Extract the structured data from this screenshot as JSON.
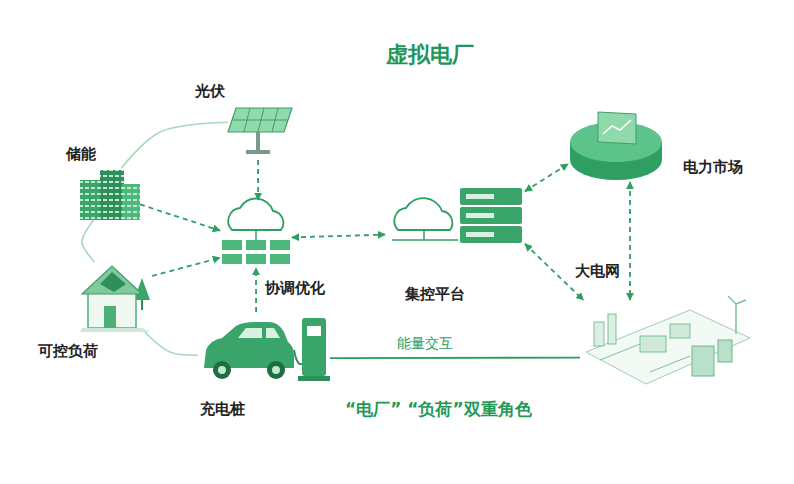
{
  "diagram": {
    "title": "虚拟电厂",
    "nodes": [
      {
        "text": [
          "光伏"
        ]
      },
      {
        "text": [
          "储能"
        ]
      },
      {
        "text": [
          "可控负荷"
        ]
      },
      {
        "text": [
          "充电桩"
        ]
      },
      {
        "text": [
          "协调优化"
        ]
      },
      {
        "text": [
          "集控平台"
        ]
      },
      {
        "text": [
          "电力市场"
        ]
      },
      {
        "text": [
          "大电网"
        ]
      }
    ],
    "edges": [
      {
        "from": 0,
        "to": 4,
        "arrow": "to"
      },
      {
        "from": 1,
        "to": 4,
        "arrow": "to"
      },
      {
        "from": 2,
        "to": 4,
        "arrow": "to"
      },
      {
        "from": 3,
        "to": 4,
        "arrow": "to"
      },
      {
        "from": 4,
        "to": 5,
        "arrow": "both"
      },
      {
        "from": 5,
        "to": 6,
        "arrow": "both"
      },
      {
        "from": 5,
        "to": 7,
        "arrow": "both"
      },
      {
        "from": 6,
        "to": 7,
        "arrow": "both"
      },
      {
        "from": 3,
        "to": 7,
        "arrow": "none",
        "label": "能量交互"
      },
      {
        "from": 1,
        "to": 0,
        "arrow": "none"
      },
      {
        "from": 1,
        "to": 2,
        "arrow": "none"
      },
      {
        "from": 2,
        "to": 3,
        "arrow": "none"
      }
    ],
    "labels": [
      "“电厂” “负荷”双重角色"
    ]
  }
}
